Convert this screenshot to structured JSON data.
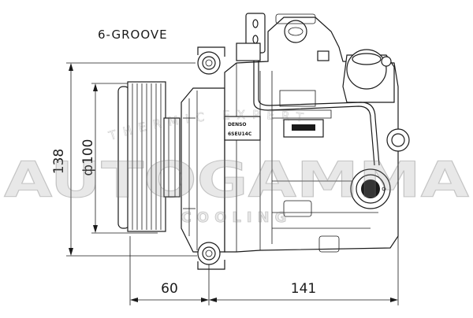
{
  "drawing": {
    "groove_note": "6-GROOVE",
    "dimensions": {
      "height_overall": "138",
      "pulley_diameter": "ф100",
      "pulley_offset": "60",
      "body_length": "141"
    },
    "nameplate": {
      "brand": "DENSO",
      "part": "6SEU14C"
    }
  },
  "watermark": {
    "top_arc": "THERMIC EXPERT",
    "main": "AUTOGAMMA",
    "sub": "COOLING"
  }
}
